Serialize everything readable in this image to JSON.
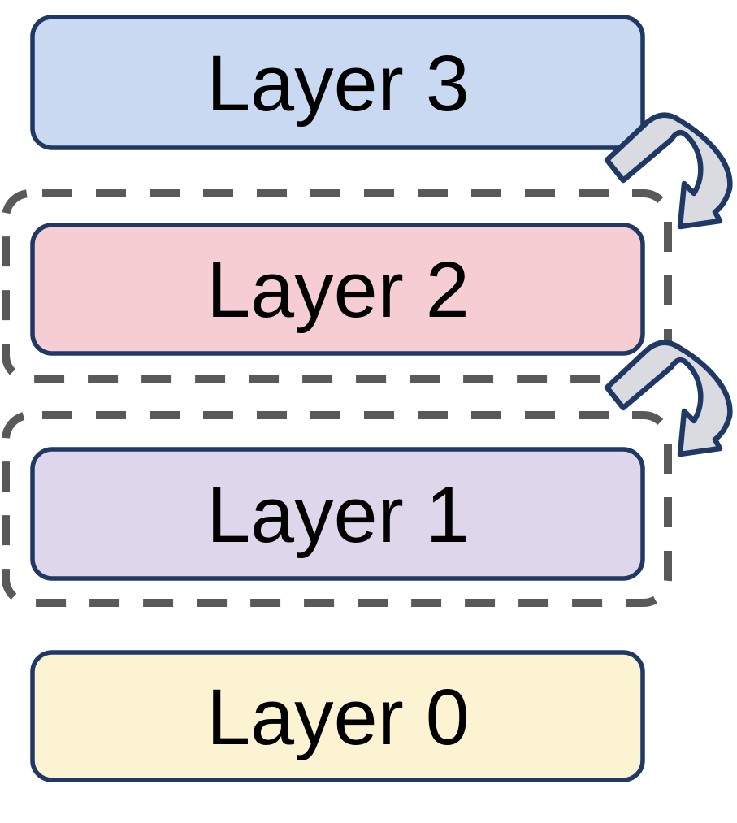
{
  "diagram": {
    "description": "Stack of four layer blocks; Layer 2 and Layer 1 are each enclosed in dashed boxes with looping recurrence arrows on the right side between Layer 3 and Layer 2, and between Layer 2 and Layer 1."
  },
  "layers": [
    {
      "id": "layer-3",
      "label": "Layer 3",
      "fill": "#CAD9F2"
    },
    {
      "id": "layer-2",
      "label": "Layer 2",
      "fill": "#F5CDD3"
    },
    {
      "id": "layer-1",
      "label": "Layer 1",
      "fill": "#DED7EB"
    },
    {
      "id": "layer-0",
      "label": "Layer 0",
      "fill": "#FCF3D2"
    }
  ],
  "colors": {
    "box_border": "#1F3864",
    "dashed_border": "#595959",
    "arrow_fill": "#D9DBE1",
    "arrow_border": "#1F3864",
    "text": "#000000",
    "background": "#FFFFFF"
  },
  "icons": [
    {
      "id": "loop-arrow-top",
      "name": "loop-arrow-icon"
    },
    {
      "id": "loop-arrow-bottom",
      "name": "loop-arrow-icon"
    }
  ]
}
